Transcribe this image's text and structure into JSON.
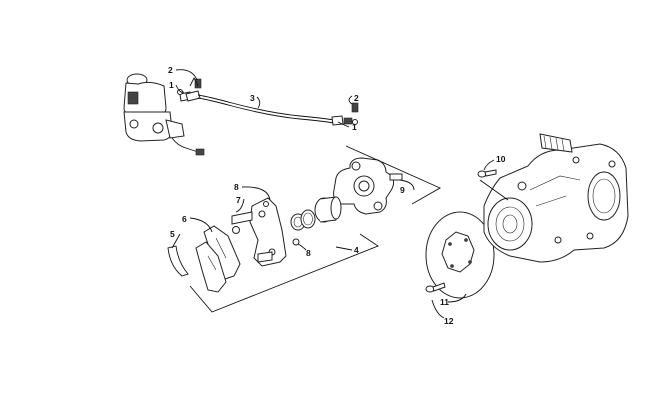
{
  "diagram": {
    "callouts": [
      "1",
      "2",
      "3",
      "1",
      "2",
      "4",
      "5",
      "6",
      "7",
      "8",
      "8",
      "9",
      "10",
      "11",
      "12"
    ]
  }
}
